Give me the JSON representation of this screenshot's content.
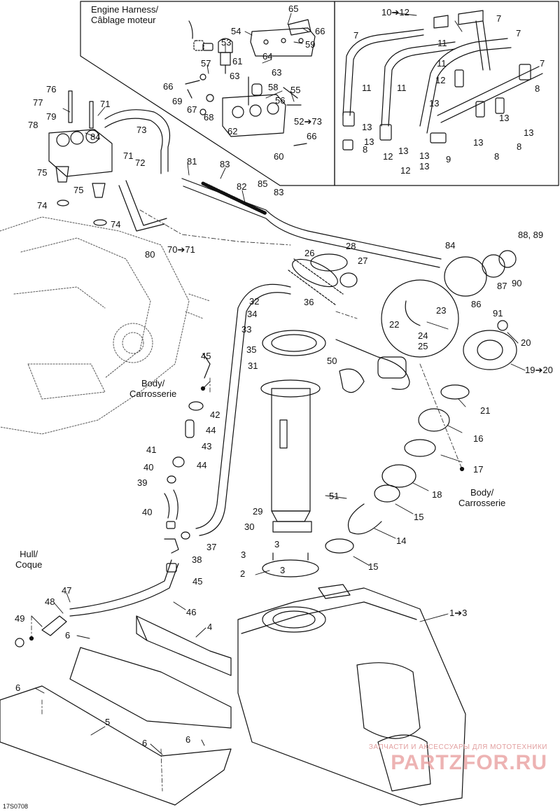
{
  "notes": {
    "engine_harness": "Engine Harness/\nCâblage moteur",
    "body_left": "Body/\nCarrosserie",
    "body_right": "Body/\nCarrosserie",
    "hull": "Hull/\nCoque"
  },
  "drawing_code": "17S0708",
  "watermark": {
    "line1": "ЗАПЧАСТИ И АКСЕССУАРЫ ДЛЯ МОТОТЕХНИКИ",
    "line2": "PARTZFOR.RU"
  },
  "callouts": {
    "c65": "65",
    "c54": "54",
    "c66a": "66",
    "c59": "59",
    "c53": "53",
    "c57": "57",
    "c61": "61",
    "c64": "64",
    "c63a": "63",
    "c63b": "63",
    "c58": "58",
    "c55": "55",
    "c56": "56",
    "c66b": "66",
    "c69": "69",
    "c67": "67",
    "c68": "68",
    "c62": "62",
    "c52": "52➔73",
    "c66c": "66",
    "c60": "60",
    "c1012": "10➔12",
    "c7a": "7",
    "c7b": "7",
    "c7c": "7",
    "c7d": "7",
    "c11a": "11",
    "c11b": "11",
    "c11c": "11",
    "c11d": "11",
    "c12a": "12",
    "c12b": "12",
    "c12c": "12",
    "c13a": "13",
    "c13b": "13",
    "c13c": "13",
    "c13d": "13",
    "c13e": "13",
    "c13f": "13",
    "c13g": "13",
    "c13h": "13",
    "c13i": "13",
    "c8a": "8",
    "c8b": "8",
    "c8c": "8",
    "c8d": "8",
    "c9": "9",
    "c76": "76",
    "c77": "77",
    "c79": "79",
    "c78": "78",
    "c71a": "71",
    "c84a": "84",
    "c73": "73",
    "c71b": "71",
    "c72": "72",
    "c81": "81",
    "c83a": "83",
    "c82": "82",
    "c85": "85",
    "c83b": "83",
    "c75a": "75",
    "c75b": "75",
    "c74a": "74",
    "c74b": "74",
    "c80": "80",
    "c7071": "70➔71",
    "c26": "26",
    "c28": "28",
    "c27": "27",
    "c84b": "84",
    "c8889": "88, 89",
    "c87": "87",
    "c90": "90",
    "c86": "86",
    "c91": "91",
    "c32": "32",
    "c34": "34",
    "c33": "33",
    "c36": "36",
    "c35": "35",
    "c31": "31",
    "c50": "50",
    "c51": "51",
    "c29": "29",
    "c30": "30",
    "c23": "23",
    "c22": "22",
    "c24": "24",
    "c25": "25",
    "c20": "20",
    "c1920": "19➔20",
    "c21": "21",
    "c16": "16",
    "c17": "17",
    "c18": "18",
    "c15a": "15",
    "c14": "14",
    "c15b": "15",
    "c45a": "45",
    "c42": "42",
    "c44a": "44",
    "c43": "43",
    "c41": "41",
    "c44b": "44",
    "c40a": "40",
    "c39": "39",
    "c40b": "40",
    "c37": "37",
    "c38": "38",
    "c45b": "45",
    "c47": "47",
    "c48": "48",
    "c49": "49",
    "c46": "46",
    "c3a": "3",
    "c3b": "3",
    "c3c": "3",
    "c2": "2",
    "c13": "1➔3",
    "c4": "4",
    "c6a": "6",
    "c6b": "6",
    "c5": "5",
    "c6c": "6",
    "c6d": "6"
  }
}
